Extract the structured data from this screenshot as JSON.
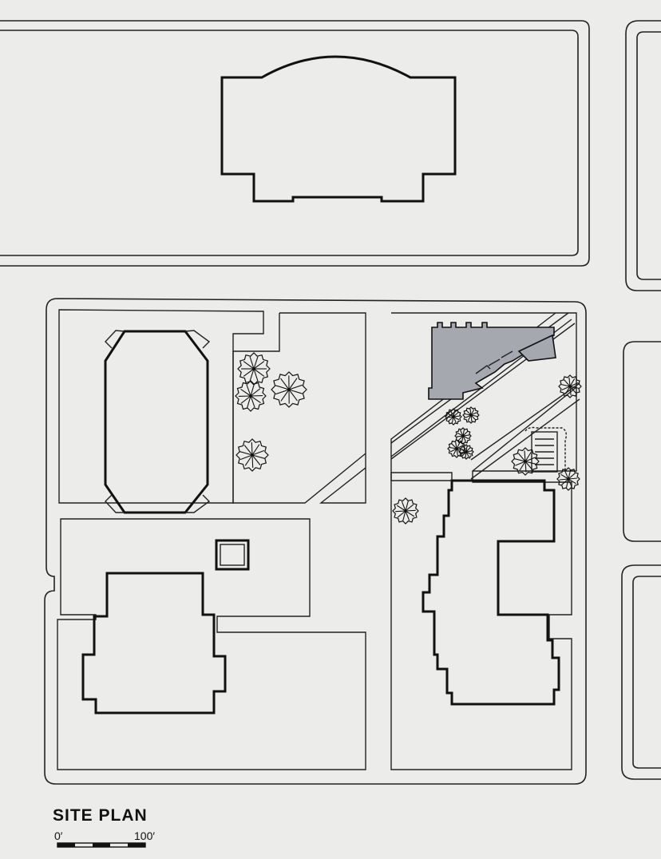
{
  "drawing": {
    "title": "SITE PLAN",
    "scale_start_label": "0′",
    "scale_end_label": "100′"
  },
  "colors": {
    "paper": "#ececea",
    "ink": "#111111",
    "highlight_building": "#a6a8b0"
  }
}
